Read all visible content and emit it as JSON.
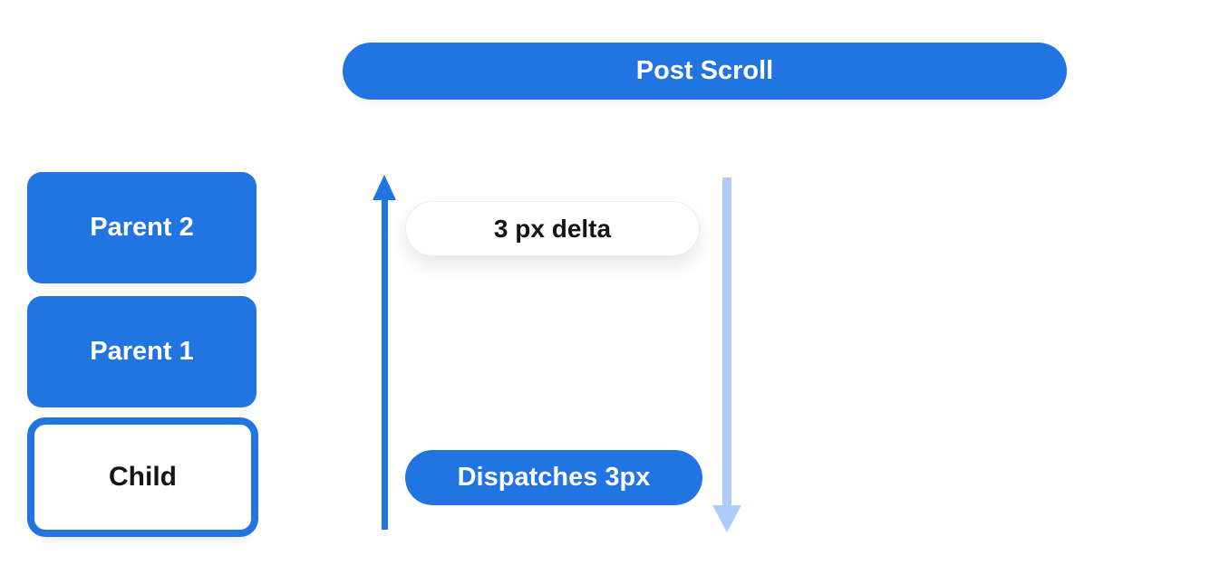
{
  "colors": {
    "primary_blue": "#2274e3",
    "arrow_light_blue": "#aecbfa",
    "text_dark": "#151515",
    "text_light": "#ffffff"
  },
  "header": {
    "label": "Post Scroll"
  },
  "stack": {
    "items": [
      {
        "label": "Parent 2",
        "variant": "filled"
      },
      {
        "label": "Parent 1",
        "variant": "filled"
      },
      {
        "label": "Child",
        "variant": "outlined"
      }
    ]
  },
  "flow": {
    "delta_label": "3 px delta",
    "dispatch_label": "Dispatches 3px",
    "icons": {
      "up": "arrow-up",
      "down": "arrow-down"
    }
  }
}
